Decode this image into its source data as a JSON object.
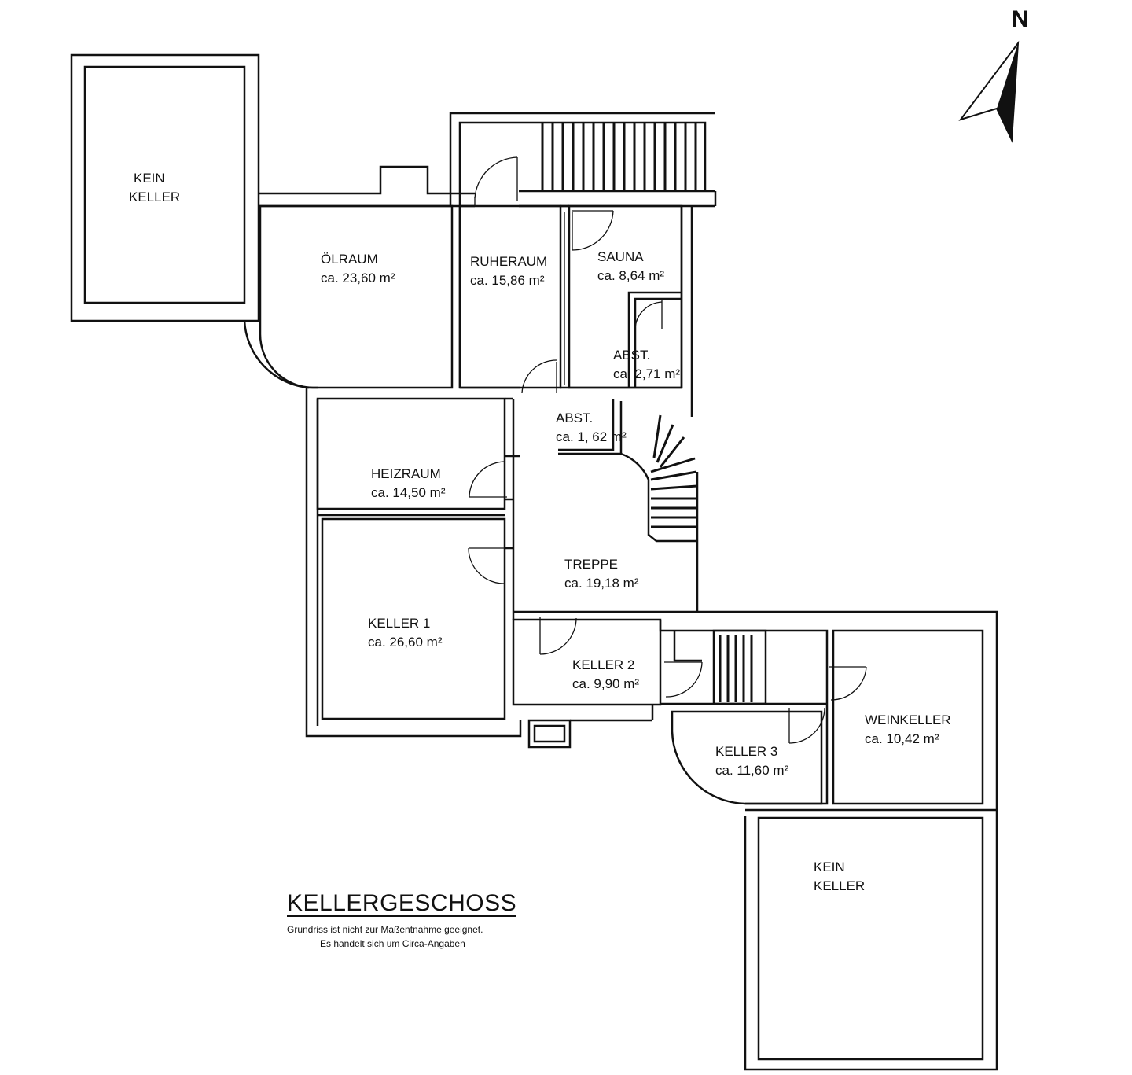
{
  "plan": {
    "title": "KELLERGESCHOSS",
    "note_line1": "Grundriss ist nicht zur Maßentnahme geeignet.",
    "note_line2": "Es handelt sich um Circa-Angaben",
    "north": "N"
  },
  "rooms": {
    "kein_keller_nw": {
      "line1": "KEIN",
      "line2": "KELLER"
    },
    "oelraum": {
      "name": "ÖLRAUM",
      "area": "ca. 23,60 m²"
    },
    "ruheraum": {
      "name": "RUHERAUM",
      "area": "ca. 15,86 m²"
    },
    "sauna": {
      "name": "SAUNA",
      "area": "ca. 8,64 m²"
    },
    "abst_sauna": {
      "name": "ABST.",
      "area": "ca. 2,71 m²"
    },
    "abst_treppe": {
      "name": "ABST.",
      "area": "ca. 1, 62 m²"
    },
    "heizraum": {
      "name": "HEIZRAUM",
      "area": "ca. 14,50 m²"
    },
    "treppe": {
      "name": "TREPPE",
      "area": "ca. 19,18 m²"
    },
    "keller1": {
      "name": "KELLER 1",
      "area": "ca. 26,60 m²"
    },
    "keller2": {
      "name": "KELLER 2",
      "area": "ca. 9,90 m²"
    },
    "keller3": {
      "name": "KELLER 3",
      "area": "ca. 11,60 m²"
    },
    "weinkeller": {
      "name": "WEINKELLER",
      "area": "ca. 10,42 m²"
    },
    "kein_keller_se": {
      "line1": "KEIN",
      "line2": "KELLER"
    }
  }
}
